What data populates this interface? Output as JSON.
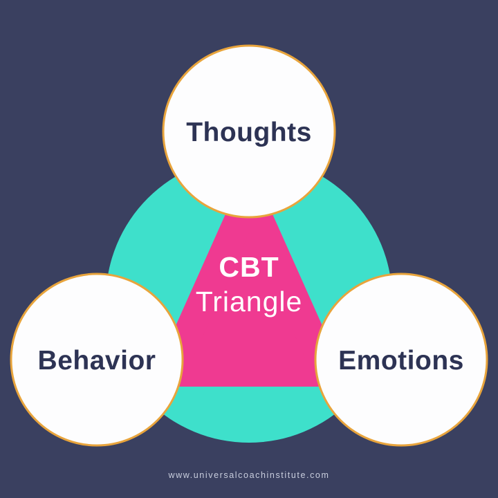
{
  "diagram": {
    "center": {
      "title_line1": "CBT",
      "title_line2": "Triangle"
    },
    "nodes": [
      {
        "id": "thoughts",
        "label": "Thoughts"
      },
      {
        "id": "behavior",
        "label": "Behavior"
      },
      {
        "id": "emotions",
        "label": "Emotions"
      }
    ],
    "footer": "www.universalcoachinstitute.com"
  },
  "colors": {
    "background": "#3a4060",
    "hub_teal": "#3ee0cb",
    "triangle_pink": "#ef3a91",
    "node_fill": "#fdfdfe",
    "node_border": "#e8a43c",
    "node_text": "#2d3354",
    "center_text": "#ffffff",
    "footer_text": "#c9cede"
  }
}
